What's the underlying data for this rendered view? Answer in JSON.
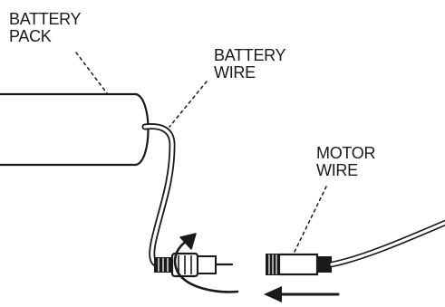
{
  "labels": {
    "battery_pack": [
      "BATTERY",
      "PACK"
    ],
    "battery_wire": [
      "BATTERY",
      "WIRE"
    ],
    "motor_wire": [
      "MOTOR",
      "WIRE"
    ]
  },
  "colors": {
    "ink": "#1a1a1a",
    "background": "#ffffff"
  }
}
